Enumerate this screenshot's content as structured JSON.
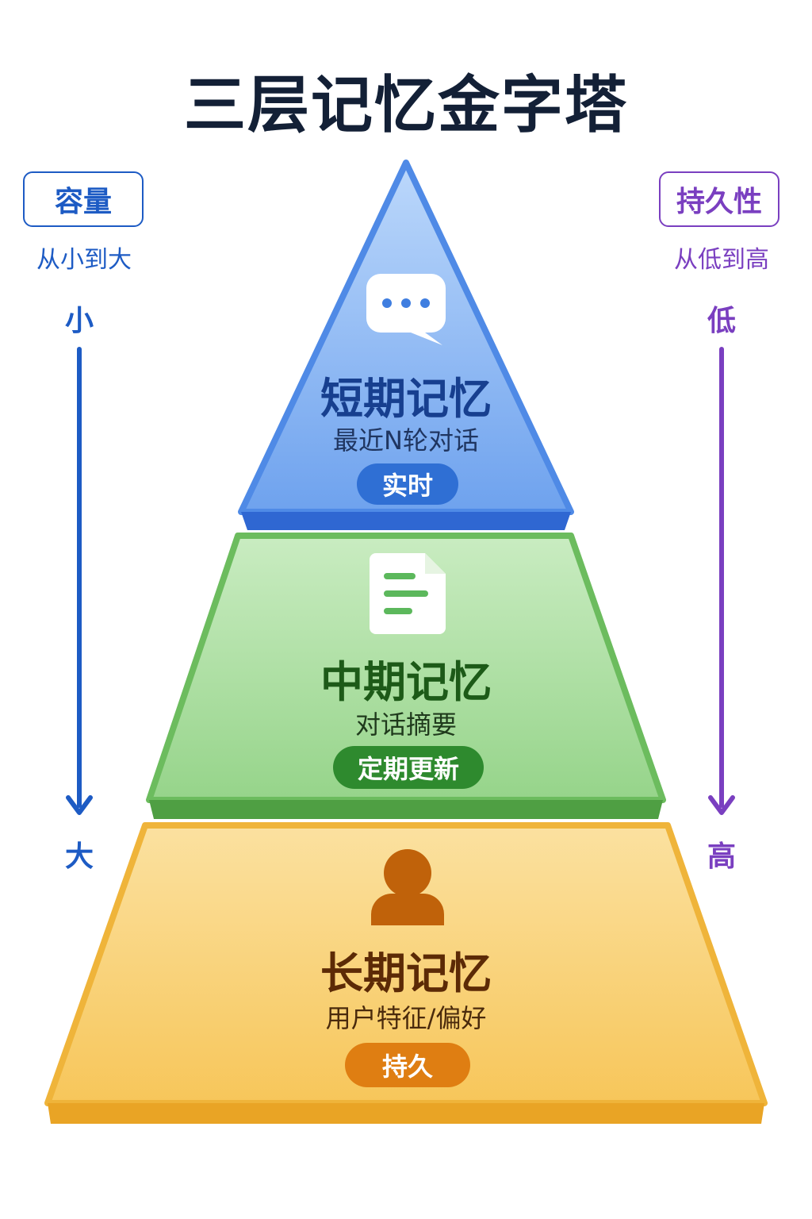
{
  "title": "三层记忆金字塔",
  "left_axis": {
    "label": "容量",
    "subtitle": "从小到大",
    "top": "小",
    "bottom": "大",
    "color": "#1d5bc4"
  },
  "right_axis": {
    "label": "持久性",
    "subtitle": "从低到高",
    "top": "低",
    "bottom": "高",
    "color": "#7a3fc0"
  },
  "layers": [
    {
      "title": "短期记忆",
      "subtitle": "最近N轮对话",
      "badge": "实时",
      "icon": "chat-bubble-icon",
      "color": "#3f7ee0"
    },
    {
      "title": "中期记忆",
      "subtitle": "对话摘要",
      "badge": "定期更新",
      "icon": "document-icon",
      "color": "#3d9a3d"
    },
    {
      "title": "长期记忆",
      "subtitle": "用户特征/偏好",
      "badge": "持久",
      "icon": "user-icon",
      "color": "#e8a023"
    }
  ]
}
